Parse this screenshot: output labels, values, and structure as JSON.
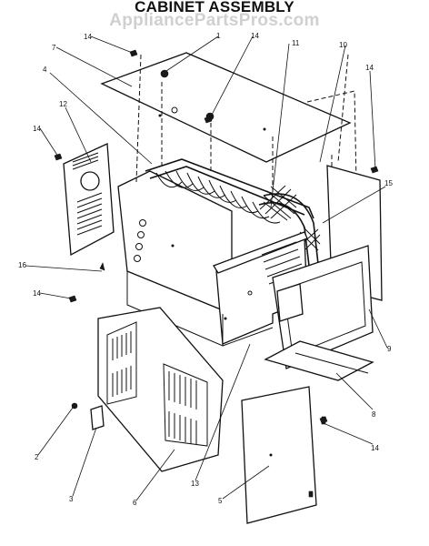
{
  "title": "CABINET ASSEMBLY",
  "watermark": "AppliancePartsPros.com",
  "callouts": {
    "c1": "1",
    "c2": "2",
    "c3": "3",
    "c4": "4",
    "c5": "5",
    "c6": "6",
    "c7": "7",
    "c8": "8",
    "c9": "9",
    "c10": "10",
    "c11": "11",
    "c12": "12",
    "c13": "13",
    "c14a": "14",
    "c14b": "14",
    "c14c": "14",
    "c14d": "14",
    "c14e": "14",
    "c14f": "14",
    "c15": "15",
    "c16": "16"
  }
}
